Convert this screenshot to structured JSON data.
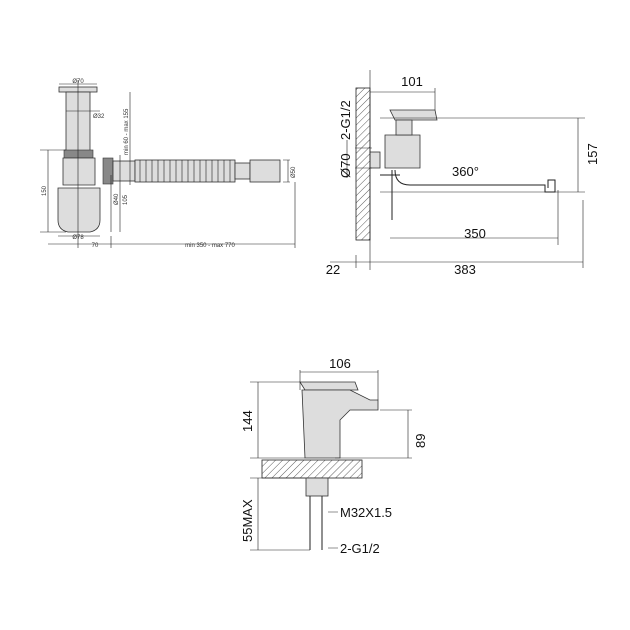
{
  "siphon": {
    "d_top": "Ø70",
    "d_pipe": "Ø32",
    "height_range": "min 60 - max 155",
    "height": "150",
    "d_outlet": "Ø40",
    "outlet_height": "105",
    "d_end": "Ø50",
    "d_bottom": "Ø78",
    "offset": "70",
    "length_range": "min 350 - max 770"
  },
  "wall_faucet": {
    "body_width": "101",
    "connection": "2-G1/2",
    "flange": "Ø70",
    "height": "157",
    "rotation": "360°",
    "spout_length": "350",
    "wall_offset": "22",
    "total_length": "383"
  },
  "basin_faucet": {
    "width": "106",
    "height": "144",
    "spout_height": "89",
    "max_thickness": "55MAX",
    "thread": "M32X1.5",
    "connection": "2-G1/2"
  }
}
